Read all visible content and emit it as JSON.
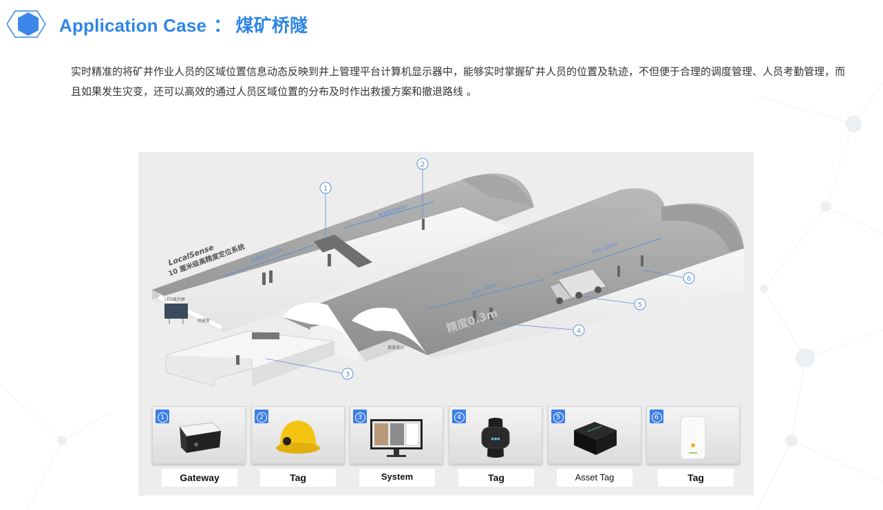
{
  "header": {
    "icon": "hexagon-icon",
    "title_en": "Application Case",
    "separator": "：",
    "title_cn": "煤矿桥隧"
  },
  "intro": {
    "text": "实时精准的将矿井作业人员的区域位置信息动态反映到井上管理平台计算机显示器中，能够实时掌握矿井人员的位置及轨迹，不但便于合理的调度管理、人员考勤管理，而且如果发生灾变，还可以高效的通过人员区域位置的分布及时作出救援方案和撤退路线 。"
  },
  "scene": {
    "brand": "LocalSense",
    "system_name": "10 厘米级高精度定位系统",
    "range_left": "有效定位100m",
    "range_top": "有效定位80m",
    "range_mid": "150~200m",
    "range_right": "150~200m",
    "led_board": "LED显示屏",
    "control_room": "机械室",
    "entrance": "旅游进入",
    "accuracy": "精度0.3m",
    "markers": [
      "1",
      "2",
      "3",
      "4",
      "5",
      "6"
    ]
  },
  "products": [
    {
      "num": "1",
      "label": "Gateway",
      "icon": "gateway-icon"
    },
    {
      "num": "2",
      "label": "Tag",
      "icon": "helmet-tag-icon"
    },
    {
      "num": "3",
      "label": "System",
      "icon": "monitor-system-icon"
    },
    {
      "num": "4",
      "label": "Tag",
      "icon": "wristband-tag-icon"
    },
    {
      "num": "5",
      "label": "Asset Tag",
      "icon": "asset-tag-icon"
    },
    {
      "num": "6",
      "label": "Tag",
      "icon": "card-tag-icon"
    }
  ],
  "colors": {
    "accent": "#2e86e6",
    "badge": "#3d7fe6",
    "marker": "#5a8fd6",
    "figure_bg": "#ededed"
  }
}
